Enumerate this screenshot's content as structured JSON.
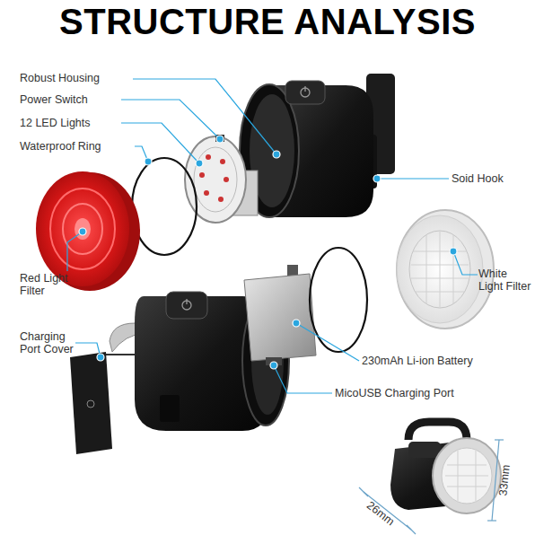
{
  "diagram": {
    "title": "STRUCTURE ANALYSIS",
    "labels": [
      "Robust Housing",
      "Power Switch",
      "12 LED Lights",
      "Waterproof Ring",
      "Soid Hook",
      "Red Light Filter",
      "White Light Filter",
      "Charging Port Cover",
      "230mAh Li-ion Battery",
      "MicoUSB Charging Port",
      "26mm",
      "33mm"
    ]
  }
}
